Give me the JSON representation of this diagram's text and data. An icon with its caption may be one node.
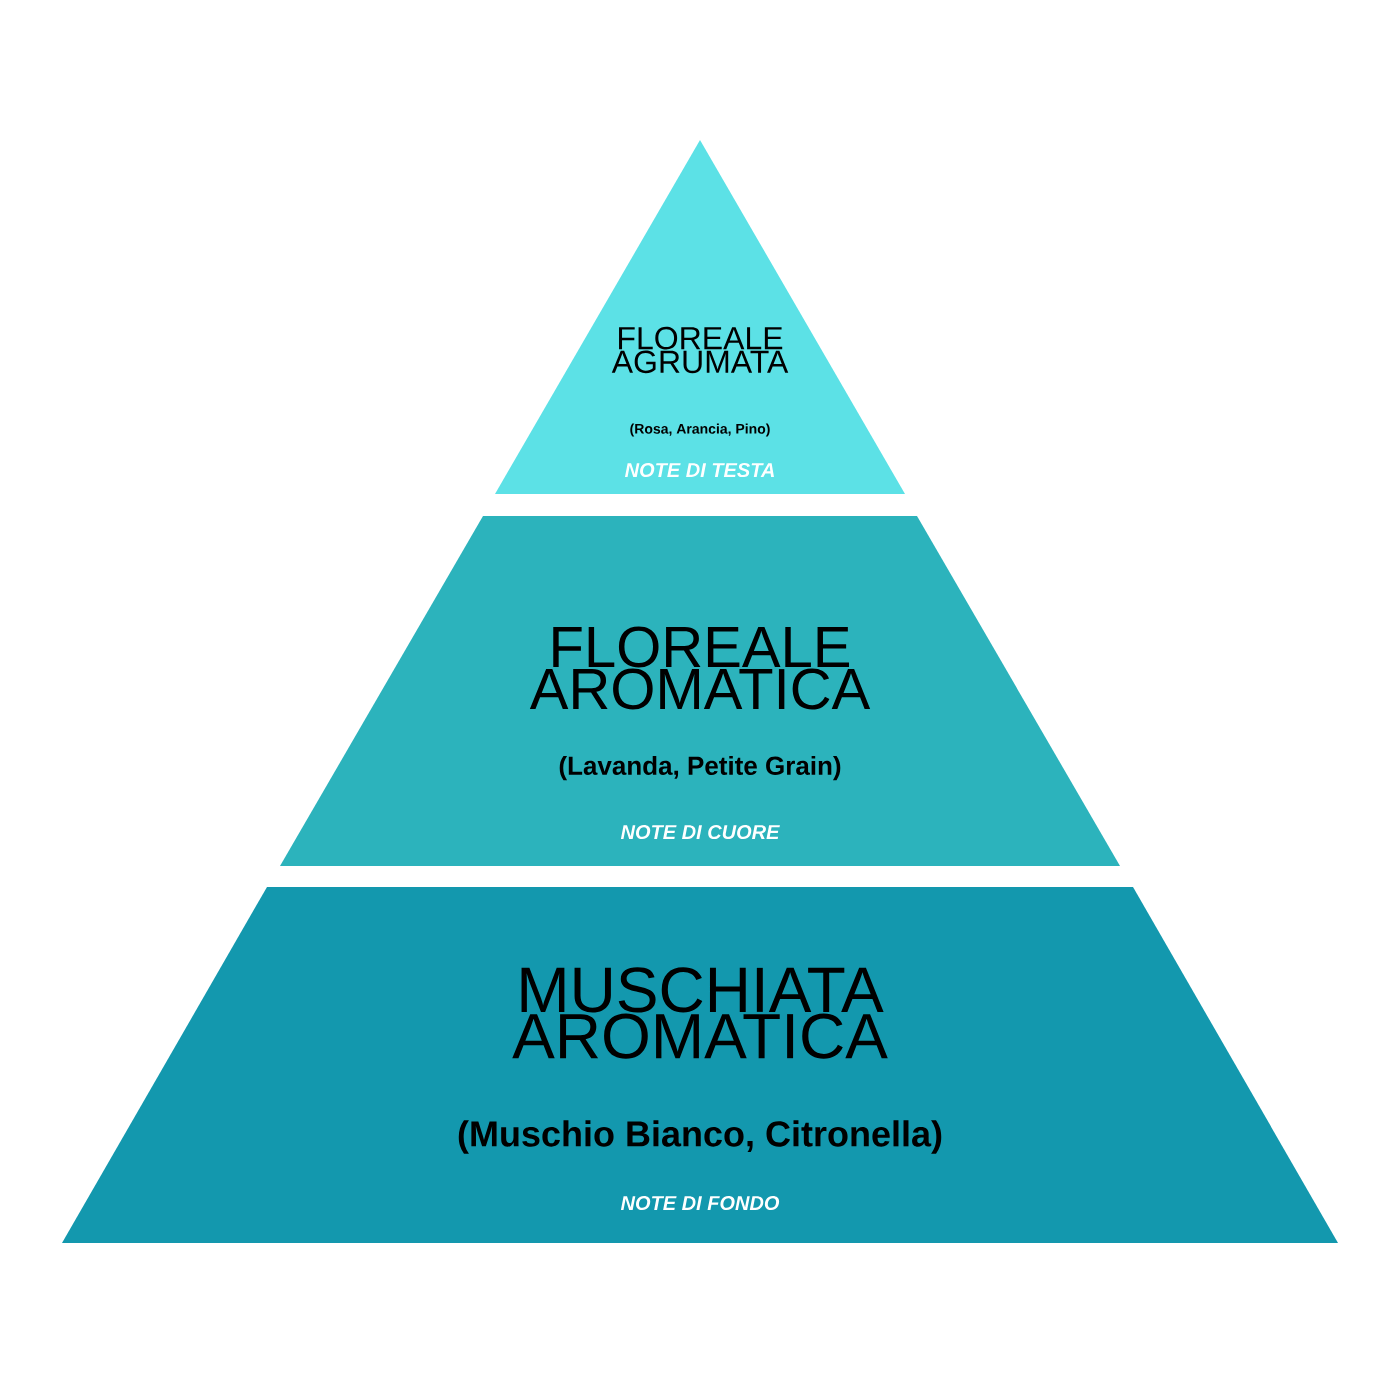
{
  "diagram": {
    "nodes": [
      {
        "text": [
          "FLOREALE AGRUMATA",
          "(Rosa, Arancia, Pino)",
          "NOTE DI TESTA"
        ]
      },
      {
        "text": [
          "FLOREALE AROMATICA",
          "(Lavanda, Petite Grain)",
          "NOTE DI CUORE"
        ]
      },
      {
        "text": [
          "MUSCHIATA AROMATICA",
          "(Muschio Bianco, Citronella)",
          "NOTE DI FONDO"
        ]
      }
    ]
  }
}
